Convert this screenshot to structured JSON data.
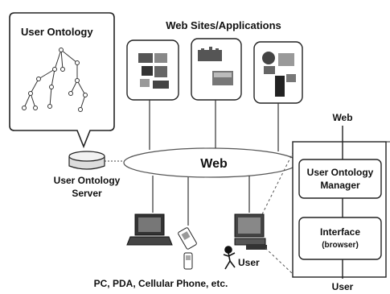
{
  "labels": {
    "user_ontology_title": "User Ontology",
    "web_sites_title": "Web Sites/Applications",
    "web_center": "Web",
    "server_line1": "User Ontology",
    "server_line2": "Server",
    "devices_caption": "PC, PDA, Cellular Phone, etc.",
    "user_near_pc": "User",
    "right_web": "Web",
    "manager_line1": "User Ontology",
    "manager_line2": "Manager",
    "interface_line1": "Interface",
    "interface_line2": "(browser)",
    "right_user": "User"
  }
}
